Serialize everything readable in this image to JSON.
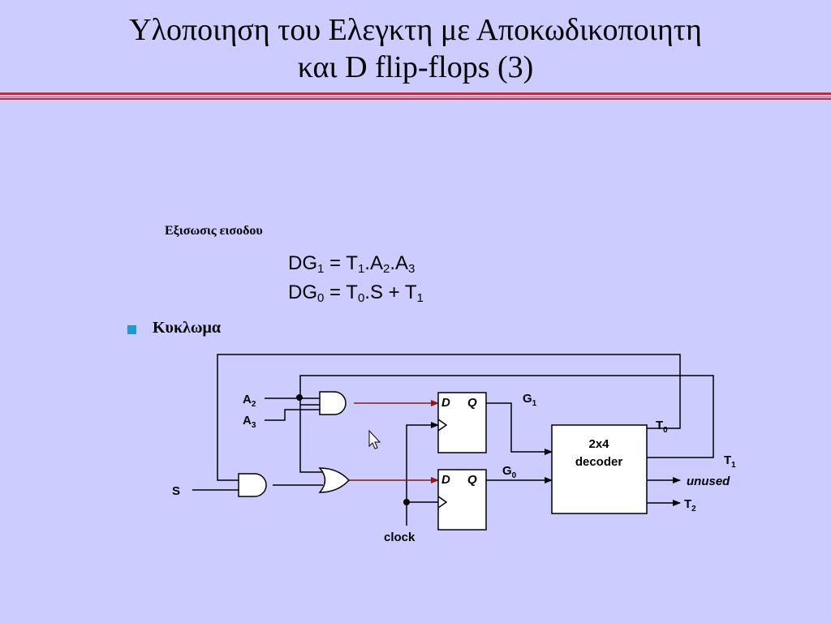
{
  "slide": {
    "title_line1": "Υλοποιηση του Ελεγκτη με Αποκωδικοποιητη",
    "title_line2": "και D flip-flops (3)",
    "subheading": "Εξισωσις εισοδου",
    "bullet": "Κυκλωμα"
  },
  "equations": [
    {
      "lhs": "DG",
      "lhs_sub": "1",
      "parts": [
        "T",
        "1",
        ".A",
        "2",
        ".A",
        "3",
        ""
      ]
    },
    {
      "lhs": "DG",
      "lhs_sub": "0",
      "parts": [
        "T",
        "0",
        ".S + T",
        "1",
        ""
      ]
    }
  ],
  "circuit": {
    "inputs": {
      "a2": "A",
      "a2_sub": "2",
      "a3": "A",
      "a3_sub": "3",
      "s": "S",
      "clock": "clock"
    },
    "ff": {
      "d": "D",
      "q": "Q"
    },
    "signals": {
      "g1": "G",
      "g1_sub": "1",
      "g0": "G",
      "g0_sub": "0"
    },
    "decoder": {
      "line1": "2x4",
      "line2": "decoder"
    },
    "outputs": {
      "t0": "T",
      "t0_sub": "0",
      "t1": "T",
      "t1_sub": "1",
      "unused": "unused",
      "t2": "T",
      "t2_sub": "2"
    },
    "colors": {
      "wire": "#000000",
      "highlight": "#8b1a1a",
      "bullet": "#1a9ad6",
      "rule": "#e02020",
      "background": "#ccccff"
    }
  }
}
